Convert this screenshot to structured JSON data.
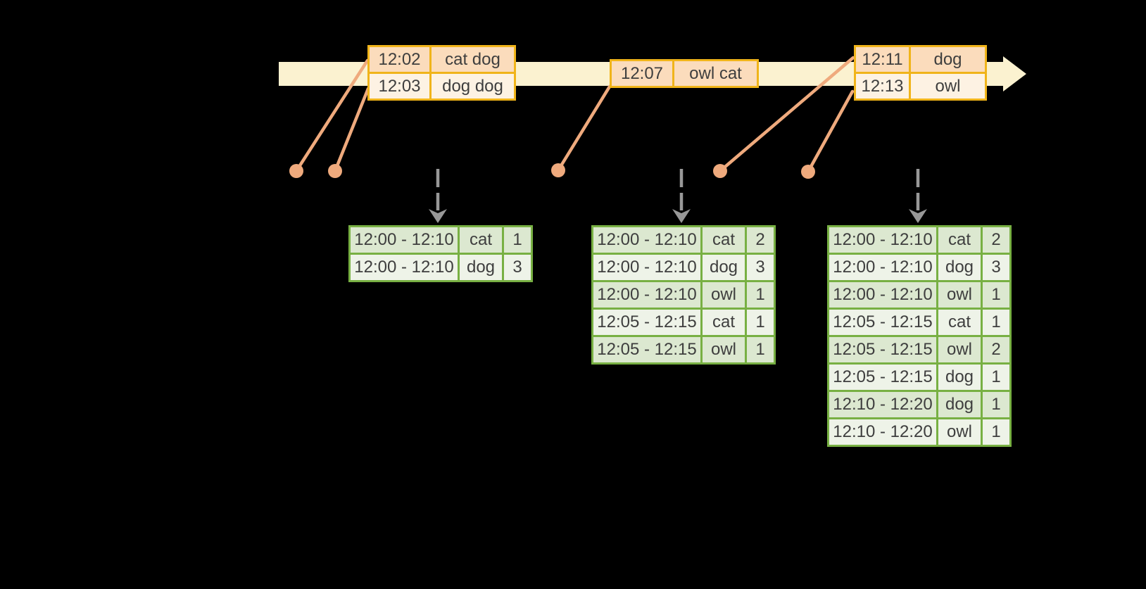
{
  "colors": {
    "background": "#000000",
    "timeline_fill": "#FBF2D0",
    "event_border": "#F0B41A",
    "event_row_peach": "#FBDCBC",
    "event_row_cream": "#FDF2E3",
    "connector_orange": "#EFAA7D",
    "trigger_arrow_gray": "#989898",
    "result_border": "#78B043",
    "result_row_green": "#DCE8D0",
    "result_row_light": "#EEF3E8",
    "text": "#3E3E3E"
  },
  "event_tables": [
    {
      "rows": [
        {
          "time": "12:02",
          "words": "cat dog"
        },
        {
          "time": "12:03",
          "words": "dog dog"
        }
      ]
    },
    {
      "rows": [
        {
          "time": "12:07",
          "words": "owl cat"
        }
      ]
    },
    {
      "rows": [
        {
          "time": "12:11",
          "words": "dog"
        },
        {
          "time": "12:13",
          "words": "owl"
        }
      ]
    }
  ],
  "result_tables": [
    {
      "rows": [
        {
          "window": "12:00 - 12:10",
          "word": "cat",
          "count": "1"
        },
        {
          "window": "12:00 - 12:10",
          "word": "dog",
          "count": "3"
        }
      ]
    },
    {
      "rows": [
        {
          "window": "12:00 - 12:10",
          "word": "cat",
          "count": "2"
        },
        {
          "window": "12:00 - 12:10",
          "word": "dog",
          "count": "3"
        },
        {
          "window": "12:00 - 12:10",
          "word": "owl",
          "count": "1"
        },
        {
          "window": "12:05 - 12:15",
          "word": "cat",
          "count": "1"
        },
        {
          "window": "12:05 - 12:15",
          "word": "owl",
          "count": "1"
        }
      ]
    },
    {
      "rows": [
        {
          "window": "12:00 - 12:10",
          "word": "cat",
          "count": "2"
        },
        {
          "window": "12:00 - 12:10",
          "word": "dog",
          "count": "3"
        },
        {
          "window": "12:00 - 12:10",
          "word": "owl",
          "count": "1"
        },
        {
          "window": "12:05 - 12:15",
          "word": "cat",
          "count": "1"
        },
        {
          "window": "12:05 - 12:15",
          "word": "owl",
          "count": "2"
        },
        {
          "window": "12:05 - 12:15",
          "word": "dog",
          "count": "1"
        },
        {
          "window": "12:10 - 12:20",
          "word": "dog",
          "count": "1"
        },
        {
          "window": "12:10 - 12:20",
          "word": "owl",
          "count": "1"
        }
      ]
    }
  ]
}
